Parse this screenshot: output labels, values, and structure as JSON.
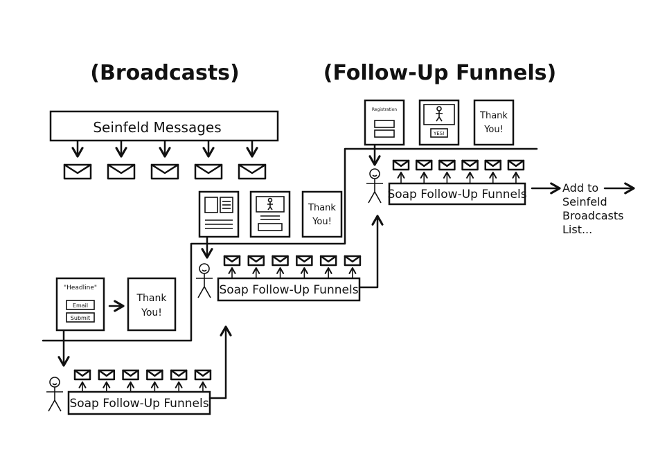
{
  "titles": {
    "broadcasts": "(Broadcasts)",
    "followup": "(Follow-Up Funnels)"
  },
  "broadcast": {
    "box_label": "Seinfeld Messages",
    "email_count": 5
  },
  "stages": [
    {
      "funnel_label": "Soap Follow-Up Funnels",
      "email_count": 6,
      "pages": [
        {
          "type": "optin",
          "headline": "\"Headline\"",
          "field": "Email",
          "button": "Submit"
        },
        {
          "type": "thankyou",
          "line1": "Thank",
          "line2": "You!"
        }
      ]
    },
    {
      "funnel_label": "Soap Follow-Up Funnels",
      "email_count": 6,
      "pages": [
        {
          "type": "salesletter"
        },
        {
          "type": "video"
        },
        {
          "type": "thankyou",
          "line1": "Thank",
          "line2": "You!"
        }
      ]
    },
    {
      "funnel_label": "Soap Follow-Up Funnels",
      "email_count": 6,
      "pages": [
        {
          "type": "registration",
          "headline": "Registration"
        },
        {
          "type": "webinar",
          "button": "YES!"
        },
        {
          "type": "thankyou",
          "line1": "Thank",
          "line2": "You!"
        }
      ]
    }
  ],
  "outcome": {
    "lines": [
      "Add to",
      "Seinfeld",
      "Broadcasts",
      "List..."
    ]
  },
  "icons": {
    "email": "envelope-icon",
    "person": "stick-figure-icon",
    "arrow": "arrow-icon"
  }
}
